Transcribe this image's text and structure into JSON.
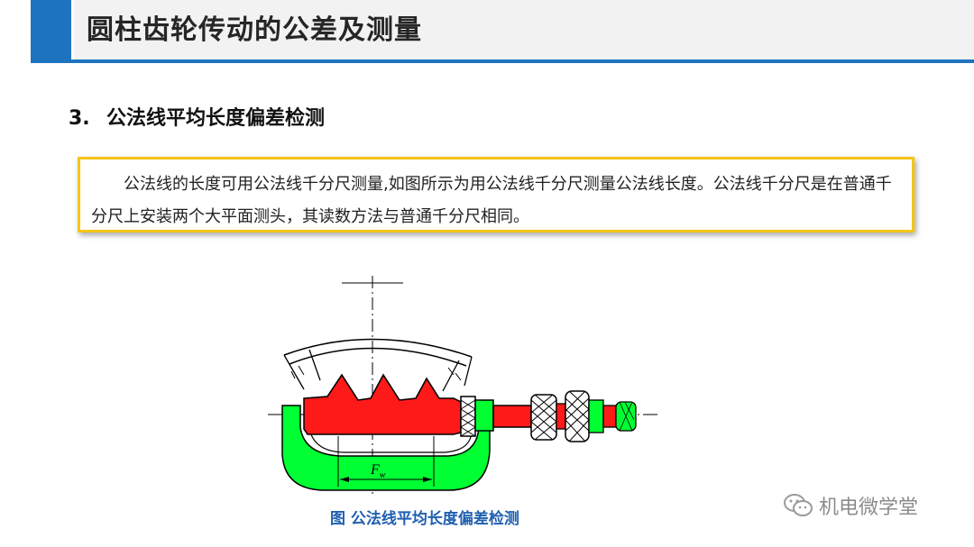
{
  "header": {
    "title": "圆柱齿轮传动的公差及测量"
  },
  "section": {
    "number": "3.",
    "heading": "公法线平均长度偏差检测"
  },
  "body": {
    "paragraph": "公法线的长度可用公法线千分尺测量,如图所示为用公法线千分尺测量公法线长度。公法线千分尺是在普通千分尺上安装两个大平面测头，其读数方法与普通千分尺相同。"
  },
  "figure": {
    "dimension_label": "F",
    "dimension_subscript": "w",
    "caption": "图 公法线平均长度偏差检测"
  },
  "watermark": {
    "text": "机电微学堂",
    "icon": "wechat-icon"
  },
  "colors": {
    "accent_blue": "#1e73be",
    "box_border": "#f5c518",
    "frame_green": "#00ff33",
    "gear_red": "#ff1a1a",
    "caption_blue": "#1f5fb0"
  }
}
